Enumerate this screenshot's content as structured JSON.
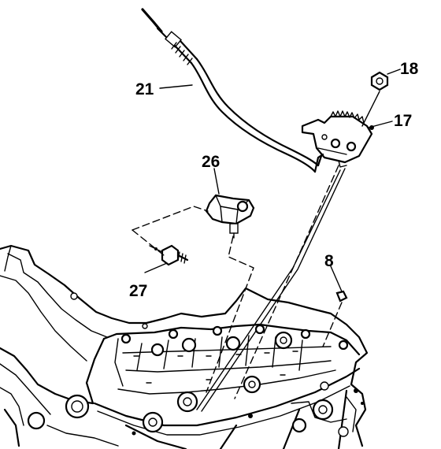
{
  "parts": [
    {
      "id": "21",
      "label": "21"
    },
    {
      "id": "18",
      "label": "18"
    },
    {
      "id": "17",
      "label": "17"
    },
    {
      "id": "26",
      "label": "26"
    },
    {
      "id": "27",
      "label": "27"
    },
    {
      "id": "8",
      "label": "8"
    }
  ]
}
